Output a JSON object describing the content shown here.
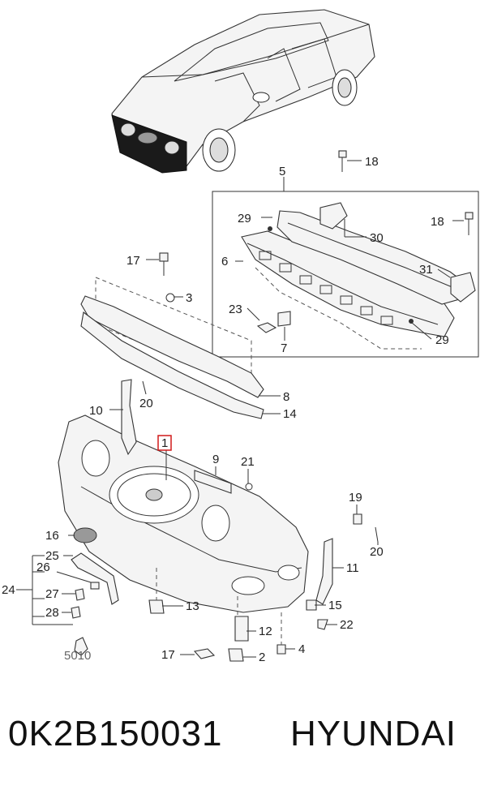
{
  "callouts": {
    "c1": "1",
    "c2": "2",
    "c3": "3",
    "c4": "4",
    "c5": "5",
    "c6": "6",
    "c7": "7",
    "c8": "8",
    "c9": "9",
    "c10": "10",
    "c11": "11",
    "c12": "12",
    "c13": "13",
    "c14": "14",
    "c15": "15",
    "c16": "16",
    "c17a": "17",
    "c17b": "17",
    "c18a": "18",
    "c18b": "18",
    "c19": "19",
    "c20a": "20",
    "c20b": "20",
    "c21": "21",
    "c22": "22",
    "c23": "23",
    "c24": "24",
    "c25": "25",
    "c26": "26",
    "c27": "27",
    "c28": "28",
    "c29a": "29",
    "c29b": "29",
    "c30": "30",
    "c31": "31",
    "c5010": "5010"
  },
  "highlight": {
    "color": "#d11a1a",
    "callout": "1"
  },
  "caption": {
    "part_number": "0K2B150031",
    "brand": "HYUNDAI"
  }
}
